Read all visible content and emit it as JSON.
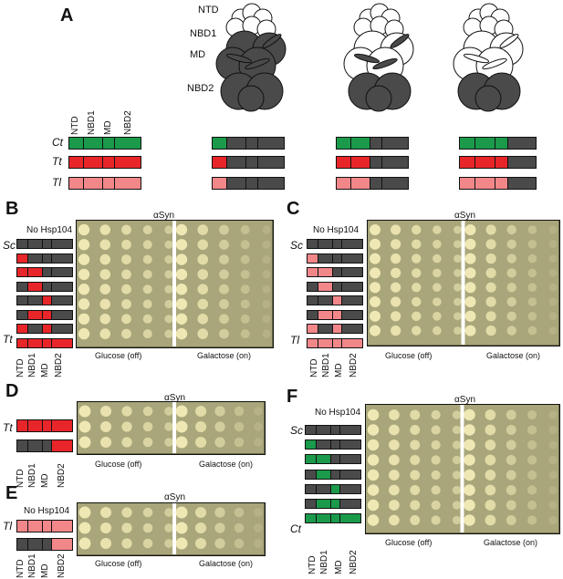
{
  "colors": {
    "grey": "#4a4a4a",
    "green": "#1a9a4a",
    "red": "#e8262a",
    "pink": "#f2878a",
    "plate": "#a8a67a",
    "colony": "#e6dfa8"
  },
  "panels": {
    "A": "A",
    "B": "B",
    "C": "C",
    "D": "D",
    "E": "E",
    "F": "F"
  },
  "domains": {
    "ntd": "NTD",
    "nbd1": "NBD1",
    "md": "MD",
    "nbd2": "NBD2"
  },
  "species": {
    "ct": "Ct",
    "tt": "Tt",
    "tl": "Tl",
    "sc": "Sc"
  },
  "common": {
    "no_hsp104": "No Hsp104",
    "asyn": "αSyn",
    "glucose": "Glucose (off)",
    "galactose": "Galactose (on)"
  }
}
